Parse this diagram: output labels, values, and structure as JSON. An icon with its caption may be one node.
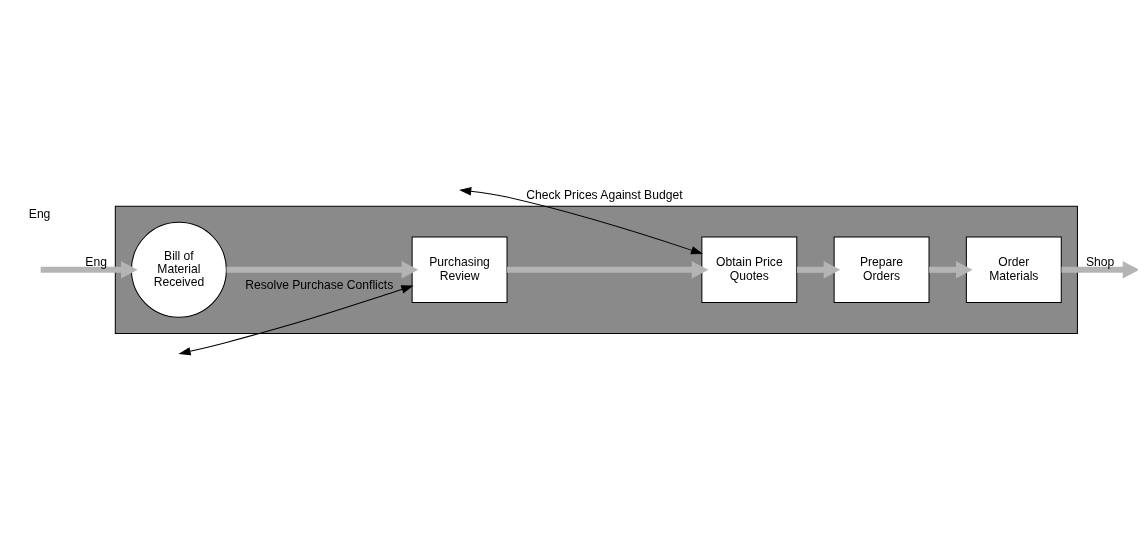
{
  "diagram": {
    "nodes": [
      {
        "text": [],
        "shape": "band"
      },
      {
        "text": [
          "Bill of Material Received"
        ],
        "in": 0
      },
      {
        "text": [
          "Purchasing Review"
        ],
        "in": 0
      },
      {
        "text": [
          "Obtain Price Quotes"
        ],
        "in": 0
      },
      {
        "text": [
          "Prepare Orders"
        ],
        "in": 0
      },
      {
        "text": [
          "Order Materials"
        ],
        "in": 0
      }
    ],
    "edges": [
      {
        "from": 1,
        "to": 2,
        "arrow": "to"
      },
      {
        "from": 2,
        "to": 3,
        "arrow": "to"
      },
      {
        "from": 3,
        "to": 4,
        "arrow": "to"
      },
      {
        "from": 4,
        "to": 5,
        "arrow": "to"
      },
      {
        "from": null,
        "to": 1,
        "arrow": "to",
        "label": "Eng"
      },
      {
        "from": 5,
        "to": null,
        "arrow": "to",
        "label": "Shop"
      },
      {
        "from": null,
        "to": 2,
        "arrow": "both",
        "color": "#000000",
        "label": "Resolve Purchase Conflicts"
      },
      {
        "from": null,
        "to": 3,
        "arrow": "both",
        "color": "#000000",
        "label": "Check Prices Against Budget"
      }
    ],
    "labels": [
      "Eng"
    ]
  }
}
